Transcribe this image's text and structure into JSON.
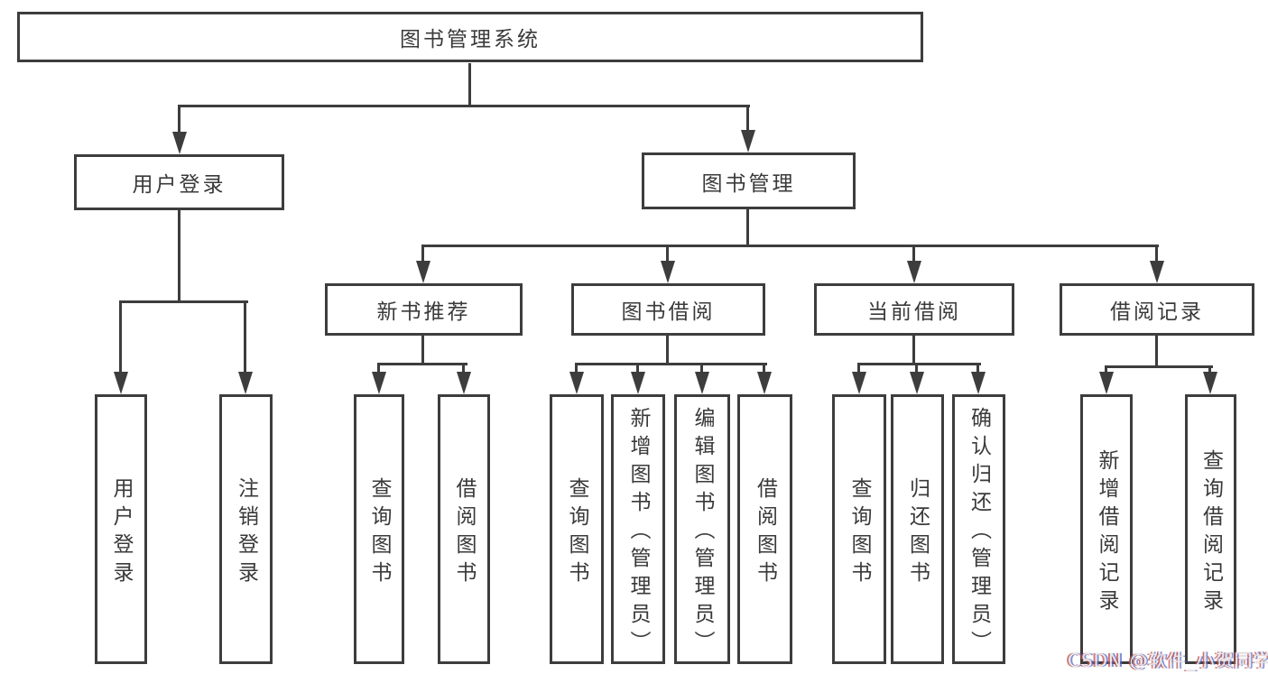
{
  "diagram": {
    "root": {
      "label": "图书管理系统"
    },
    "level2": {
      "user_login": "用户登录",
      "book_management": "图书管理"
    },
    "level3": {
      "new_book_recommend": "新书推荐",
      "book_borrow": "图书借阅",
      "current_borrow": "当前借阅",
      "borrow_record": "借阅记录"
    },
    "leaves": {
      "user_login": "用户登录",
      "logout_login": "注销登录",
      "nb_query_book": "查询图书",
      "nb_borrow_book": "借阅图书",
      "bb_query_book": "查询图书",
      "bb_add_book_admin": "新增图书（管理员）",
      "bb_edit_book_admin": "编辑图书（管理员）",
      "bb_borrow_book": "借阅图书",
      "cb_query_book": "查询图书",
      "cb_return_book": "归还图书",
      "cb_confirm_return_admin": "确认归还（管理员）",
      "br_add_record": "新增借阅记录",
      "br_query_record": "查询借阅记录"
    }
  },
  "watermark": {
    "text": "CSDN @软件_小贺同学"
  },
  "colors": {
    "line": "#3d3d3d",
    "text": "#3a3a3a",
    "background": "#ffffff"
  }
}
